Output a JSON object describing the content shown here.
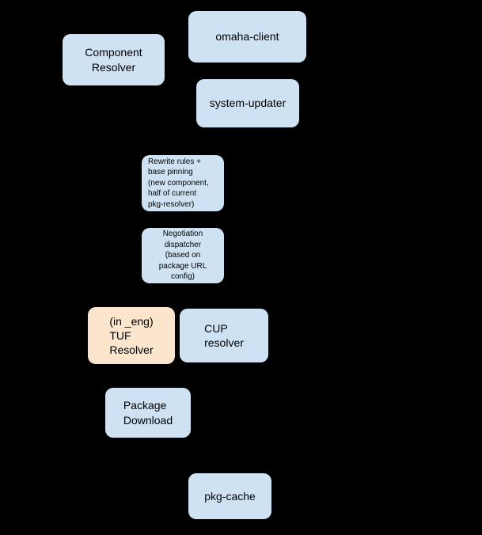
{
  "diagram": {
    "background": "#000000",
    "colors": {
      "node-fill": "#cfe2f3",
      "node-highlight-fill": "#fce5cd",
      "node-text": "#000000"
    },
    "nodes": [
      {
        "id": "omaha-client",
        "label": "omaha-client",
        "highlight": false
      },
      {
        "id": "component-resolver",
        "label": "Component\nResolver",
        "highlight": false
      },
      {
        "id": "system-updater",
        "label": "system-updater",
        "highlight": false
      },
      {
        "id": "rewrite-rules",
        "label": "Rewrite rules +\nbase pinning\n(new component,\nhalf of current\npkg-resolver)",
        "highlight": false
      },
      {
        "id": "negotiation-dispatcher",
        "label": "Negotiation\ndispatcher\n(based on\npackage URL\nconfig)",
        "highlight": false
      },
      {
        "id": "tuf-resolver",
        "label": "(in _eng)\nTUF\nResolver",
        "highlight": true
      },
      {
        "id": "cup-resolver",
        "label": "CUP\nresolver",
        "highlight": false
      },
      {
        "id": "package-download",
        "label": "Package\nDownload",
        "highlight": false
      },
      {
        "id": "pkg-cache",
        "label": "pkg-cache",
        "highlight": false
      }
    ]
  }
}
